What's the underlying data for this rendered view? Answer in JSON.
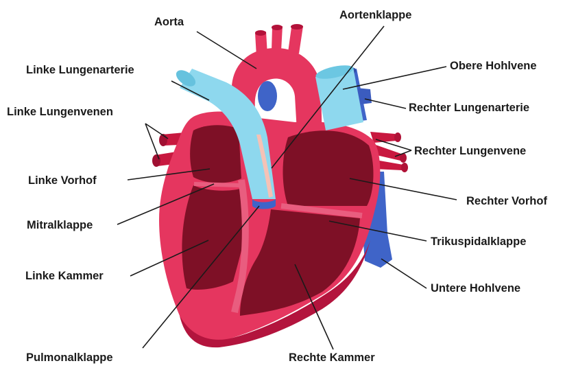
{
  "labels": {
    "aorta": "Aorta",
    "aortenklappe": "Aortenklappe",
    "linke_lungenarterie": "Linke Lungenarterie",
    "obere_hohlvene": "Obere Hohlvene",
    "linke_lungenvenen": "Linke Lungenvenen",
    "rechter_lungenarterie": "Rechter Lungenarterie",
    "rechter_lungenvene": "Rechter Lungenvene",
    "linke_vorhof": "Linke Vorhof",
    "rechter_vorhof": "Rechter Vorhof",
    "mitralklappe": "Mitralklappe",
    "trikuspidalklappe": "Trikuspidalklappe",
    "linke_kammer": "Linke Kammer",
    "untere_hohlvene": "Untere Hohlvene",
    "pulmonalklappe": "Pulmonalklappe",
    "rechte_kammer": "Rechte Kammer"
  },
  "colors": {
    "heart_outer": "#e5365f",
    "heart_outer_light": "#f05f82",
    "chamber_dark": "#7e1026",
    "chamber_inner": "#a3142f",
    "septum_pink": "#e95d7f",
    "pulmonary_artery": "#8ed8ee",
    "vena_cava": "#3f64c8",
    "valve_peach": "#f5c2b6",
    "leader_line": "#1a1a1a"
  }
}
